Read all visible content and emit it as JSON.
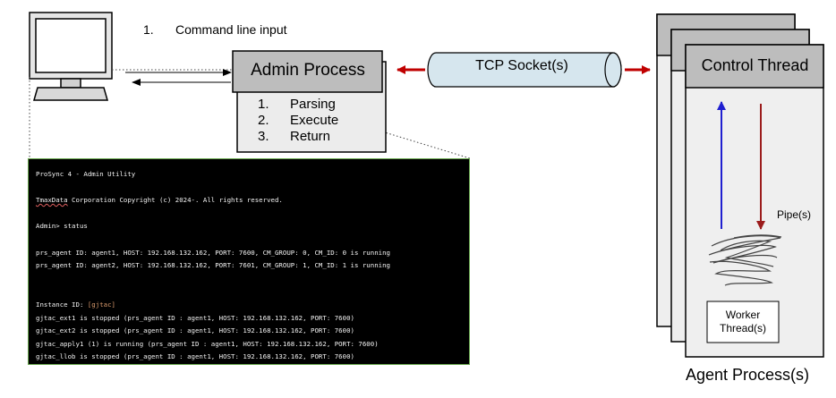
{
  "command_input": {
    "number": "1.",
    "label": "Command line input"
  },
  "admin_process": {
    "title": "Admin Process",
    "steps": [
      {
        "number": "1.",
        "label": "Parsing"
      },
      {
        "number": "2.",
        "label": "Execute"
      },
      {
        "number": "3.",
        "label": "Return"
      }
    ]
  },
  "tcp": {
    "label": "TCP Socket(s)"
  },
  "agent": {
    "control_thread": "Control Thread",
    "pipes": "Pipe(s)",
    "worker": "Worker Thread(s)",
    "caption": "Agent Process(s)"
  },
  "terminal": {
    "header": "ProSync 4 - Admin Utility",
    "copyright_company": "TmaxData",
    "copyright_rest": " Corporation Copyright (c) 2024-. All rights reserved.",
    "prompt": "Admin> status",
    "agents": [
      "prs_agent ID: agent1, HOST: 192.168.132.162, PORT: 7600, CM_GROUP: 0, CM_ID: 0 is running",
      "prs_agent ID: agent2, HOST: 192.168.132.162, PORT: 7601, CM_GROUP: 1, CM_ID: 1 is running"
    ],
    "instance_prefix": "Instance ID: ",
    "instance_id": "[gjtac]",
    "instances": [
      "gjtac_ext1 is stopped (prs_agent ID : agent1, HOST: 192.168.132.162, PORT: 7600)",
      "gjtac_ext2 is stopped (prs_agent ID : agent1, HOST: 192.168.132.162, PORT: 7600)",
      "gjtac_apply1 (1) is running (prs_agent ID : agent1, HOST: 192.168.132.162, PORT: 7600)",
      "gjtac_llob is stopped (prs_agent ID : agent1, HOST: 192.168.132.162, PORT: 7600)"
    ]
  },
  "colors": {
    "tcp_arrow": "#c00000",
    "up_arrow": "#1f1fd0",
    "down_arrow": "#9b1b1b",
    "terminal_border": "#6aa84f",
    "box_fill": "#ececec",
    "header_fill": "#bdbdbd"
  }
}
